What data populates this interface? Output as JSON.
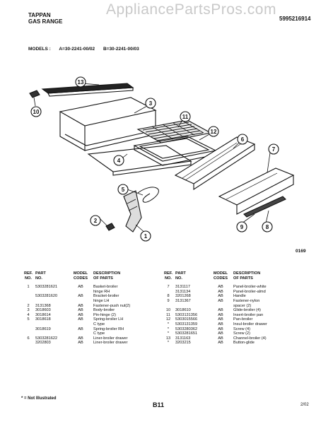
{
  "header": {
    "brand_line1": "TAPPAN",
    "brand_line2": "GAS RANGE",
    "watermark": "AppliancePartsPros.com",
    "doc_number": "5995216914"
  },
  "models": {
    "label": "MODELS :",
    "model_a": "A=30-2241-00/02",
    "model_b": "B=30-2241-00/03"
  },
  "figure_number": "0169",
  "callouts": [
    "1",
    "2",
    "3",
    "4",
    "5",
    "6",
    "7",
    "8",
    "9",
    "10",
    "11",
    "12",
    "13"
  ],
  "table_headers": {
    "ref": [
      "REF.",
      "NO."
    ],
    "part": [
      "PART",
      "NO."
    ],
    "codes": [
      "MODEL",
      "CODES"
    ],
    "desc": [
      "DESCRIPTION",
      "OF PARTS"
    ]
  },
  "left_rows": [
    {
      "ref": "1",
      "part": "5303281621",
      "code": "AB",
      "desc": "Basket-broiler"
    },
    {
      "ref": "",
      "part": "",
      "code": "",
      "desc": "hinge RH"
    },
    {
      "ref": "",
      "part": "5303281620",
      "code": "AB",
      "desc": "Bracket-broiler"
    },
    {
      "ref": "",
      "part": "",
      "code": "",
      "desc": "hinge LH"
    },
    {
      "ref": "2",
      "part": "3131368",
      "code": "AB",
      "desc": "Fastener-push nut(2)"
    },
    {
      "ref": "3",
      "part": "3018603",
      "code": "AB",
      "desc": "Body-broiler"
    },
    {
      "ref": "4",
      "part": "3018614",
      "code": "AB",
      "desc": "Pin-hinge (2)"
    },
    {
      "ref": "5",
      "part": "3018618",
      "code": "AB",
      "desc": "Spring-broiler LH"
    },
    {
      "ref": "",
      "part": "",
      "code": "",
      "desc": "C type"
    },
    {
      "ref": "",
      "part": "3018619",
      "code": "AB",
      "desc": "Spring-broiler RH"
    },
    {
      "ref": "",
      "part": "",
      "code": "",
      "desc": "C type"
    },
    {
      "ref": "6",
      "part": "5303281622",
      "code": "AB",
      "desc": "Liner-broiler drawer"
    },
    {
      "ref": "",
      "part": "3202803",
      "code": "AB",
      "desc": "Liner-broiler drawer"
    }
  ],
  "right_rows": [
    {
      "ref": "7",
      "part": "3131117",
      "code": "AB",
      "desc": "Panel-broiler-white"
    },
    {
      "ref": "",
      "part": "3131134",
      "code": "AB",
      "desc": "Panel-broiler-almd"
    },
    {
      "ref": "8",
      "part": "3201268",
      "code": "AB",
      "desc": "Handle"
    },
    {
      "ref": "9",
      "part": "3131367",
      "code": "AB",
      "desc": "Fastener-nylon"
    },
    {
      "ref": "",
      "part": "",
      "code": "",
      "desc": "spacer (2)"
    },
    {
      "ref": "10",
      "part": "3018610",
      "code": "AB",
      "desc": "Glide-broiler (4)"
    },
    {
      "ref": "11",
      "part": "5303131356",
      "code": "AB",
      "desc": "Insert-broiler pan"
    },
    {
      "ref": "12",
      "part": "5303015566",
      "code": "AB",
      "desc": "Pan-broiler"
    },
    {
      "ref": "*",
      "part": "5303131359",
      "code": "AB",
      "desc": "Insul-broiler drawer"
    },
    {
      "ref": "*",
      "part": "5303280362",
      "code": "AB",
      "desc": "Screw (4)"
    },
    {
      "ref": "*",
      "part": "5303281651",
      "code": "AB",
      "desc": "Screw (2)"
    },
    {
      "ref": "13",
      "part": "3131163",
      "code": "AB",
      "desc": "Channel-broiler (4)"
    },
    {
      "ref": "*",
      "part": "3203215",
      "code": "AB",
      "desc": "Button-glide"
    }
  ],
  "footnote": "* = Not Illustrated",
  "page_number": "B11",
  "date": "2/02"
}
